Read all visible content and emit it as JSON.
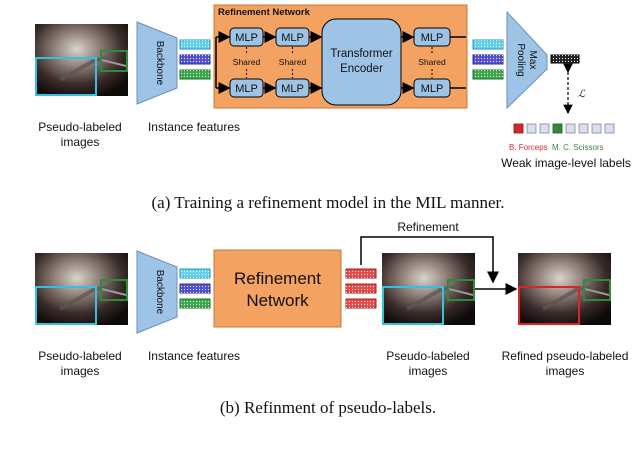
{
  "panel_a": {
    "refinement_network_title": "Refinement Network",
    "backbone": "Backbone",
    "mlp": "MLP",
    "shared": "Shared",
    "transformer_line1": "Transformer",
    "transformer_line2": "Encoder",
    "max_pooling_line1": "Max",
    "max_pooling_line2": "Pooling",
    "loss_symbol": "ℒ",
    "pseudo_labeled_line1": "Pseudo-labeled",
    "pseudo_labeled_line2": "images",
    "instance_features": "Instance features",
    "class_b_forceps": "B. Forceps",
    "class_mc_scissors": "M. C. Scissors",
    "weak_labels": "Weak image-level labels",
    "caption": "(a) Training a refinement model in the MIL manner."
  },
  "panel_b": {
    "backbone": "Backbone",
    "refinement_line1": "Refinement",
    "refinement_line2": "Network",
    "arrow_label": "Refinement",
    "pseudo_labeled_line1": "Pseudo-labeled",
    "pseudo_labeled_line2": "images",
    "instance_features": "Instance features",
    "pseudo_labeled_out_line1": "Pseudo-labeled",
    "pseudo_labeled_out_line2": "images",
    "refined_line1": "Refined pseudo-labeled",
    "refined_line2": "images",
    "caption": "(b) Refinment of pseudo-labels."
  },
  "colors": {
    "orange": "#f4a261",
    "blue_fill": "#9dc3e6",
    "cyan_box": "#33c1e0",
    "green_box": "#2e8b3a",
    "red": "#d62728",
    "purple_feature": "#4f4fd0",
    "green_feature": "#3aa84a"
  }
}
